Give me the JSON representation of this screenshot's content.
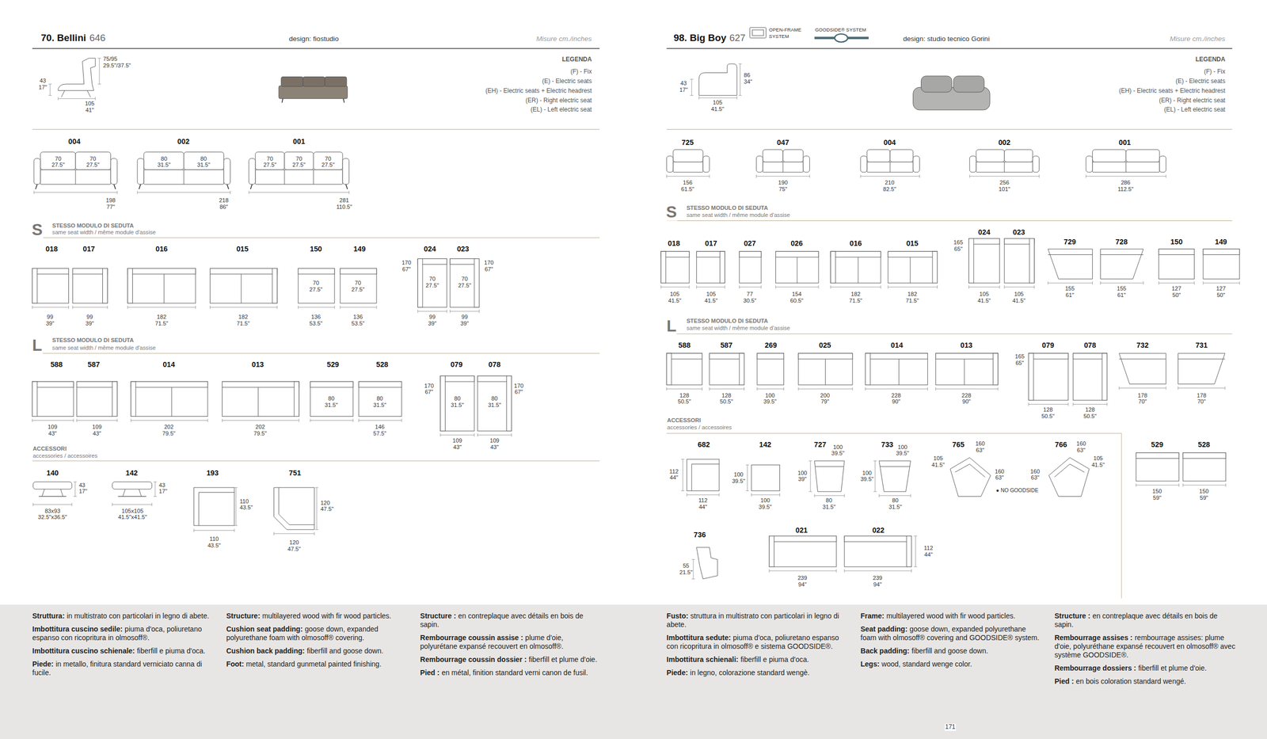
{
  "diagram": {
    "labels": [
      "70. Bellini",
      "646",
      "design: fiostudio",
      "Misure cm./inches",
      "75/95",
      "29.5\"/37.5\"",
      "43",
      "17\"",
      "105",
      "41\"",
      "LEGENDA",
      "(F) - Fix",
      "(E) - Electric seats",
      "(EH) - Electric seats + Electric headrest",
      "(ER) - Right electric seat",
      "(EL) - Left electric seat",
      "004",
      "002",
      "001",
      "70",
      "27.5\"",
      "70",
      "27.5\"",
      "80",
      "31.5\"",
      "80",
      "31.5\"",
      "70",
      "27.5\"",
      "70",
      "27.5\"",
      "70",
      "27.5\"",
      "198",
      "77\"",
      "218",
      "86\"",
      "281",
      "110.5\"",
      "S",
      "STESSO MODULO DI SEDUTA",
      "same seat width / même module d'assise",
      "018",
      "017",
      "016",
      "015",
      "150",
      "149",
      "024",
      "023",
      "70",
      "27.5\"",
      "70",
      "27.5\"",
      "170",
      "67\"",
      "70",
      "27.5\"",
      "70",
      "27.5\"",
      "170",
      "67\"",
      "99",
      "39\"",
      "99",
      "39\"",
      "182",
      "71.5\"",
      "182",
      "71.5\"",
      "136",
      "53.5\"",
      "136",
      "53.5\"",
      "99",
      "39\"",
      "99",
      "39\"",
      "L",
      "STESSO MODULO DI SEDUTA",
      "same seat width / même module d'assise",
      "588",
      "587",
      "014",
      "013",
      "529",
      "528",
      "079",
      "078",
      "80",
      "31.5\"",
      "80",
      "31.5\"",
      "170",
      "67\"",
      "80",
      "31.5\"",
      "80",
      "31.5\"",
      "170",
      "67\"",
      "109",
      "43\"",
      "109",
      "43\"",
      "202",
      "79.5\"",
      "202",
      "79.5\"",
      "146",
      "57.5\"",
      "109",
      "43\"",
      "109",
      "43\"",
      "ACCESSORI",
      "accessories / accessoires",
      "140",
      "142",
      "193",
      "751",
      "43",
      "17\"",
      "83x93",
      "32.5\"x36.5\"",
      "43",
      "17\"",
      "105x105",
      "41.5\"x41.5\"",
      "110",
      "43.5\"",
      "110",
      "43.5\"",
      "120",
      "47.5\"",
      "120",
      "47.5\"",
      "98. Big Boy",
      "627",
      "OPEN-FRAME",
      "SYSTEM",
      "GOODSIDE® SYSTEM",
      "design: studio tecnico Gorini",
      "Misure cm./inches",
      "86",
      "34\"",
      "43",
      "17\"",
      "105",
      "41.5\"",
      "LEGENDA",
      "(F) - Fix",
      "(E) - Electric seats",
      "(EH) - Electric seats + Electric headrest",
      "(ER) - Right electric seat",
      "(EL) - Left electric seat",
      "725",
      "047",
      "004",
      "002",
      "001",
      "156",
      "61.5\"",
      "190",
      "75\"",
      "210",
      "82.5\"",
      "256",
      "101\"",
      "286",
      "112.5\"",
      "S",
      "STESSO MODULO DI SEDUTA",
      "same seat width / même module d'assise",
      "018",
      "017",
      "027",
      "026",
      "016",
      "015",
      "024",
      "023",
      "729",
      "728",
      "150",
      "149",
      "165",
      "65\"",
      "105",
      "41.5\"",
      "105",
      "41.5\"",
      "77",
      "30.5\"",
      "154",
      "60.5\"",
      "182",
      "71.5\"",
      "182",
      "71.5\"",
      "105",
      "41.5\"",
      "105",
      "41.5\"",
      "155",
      "61\"",
      "155",
      "61\"",
      "127",
      "50\"",
      "127",
      "50\"",
      "L",
      "STESSO MODULO DI SEDUTA",
      "same seat width / même module d'assise",
      "588",
      "587",
      "269",
      "025",
      "014",
      "013",
      "079",
      "078",
      "732",
      "731",
      "165",
      "65\"",
      "128",
      "50.5\"",
      "128",
      "50.5\"",
      "100",
      "39.5\"",
      "200",
      "79\"",
      "228",
      "90\"",
      "228",
      "90\"",
      "128",
      "50.5\"",
      "128",
      "50.5\"",
      "178",
      "70\"",
      "178",
      "70\"",
      "ACCESSORI",
      "accessories / accessoires",
      "682",
      "142",
      "727",
      "100",
      "39.5\"",
      "733",
      "100",
      "39.5\"",
      "765",
      "160",
      "63\"",
      "766",
      "160",
      "63\"",
      "112",
      "44\"",
      "112",
      "44\"",
      "100",
      "39.5\"",
      "100",
      "39.5\"",
      "100",
      "39\"",
      "80",
      "31.5\"",
      "100",
      "39.5\"",
      "80",
      "31.5\"",
      "105",
      "41.5\"",
      "160",
      "63\"",
      "● NO GOODSIDE",
      "160",
      "63\"",
      "105",
      "41.5\"",
      "529",
      "528",
      "150",
      "59\"",
      "150",
      "59\"",
      "736",
      "55",
      "21.5\"",
      "021",
      "022",
      "112",
      "44\"",
      "239",
      "94\"",
      "239",
      "94\"",
      "171",
      "Struttura:",
      "in multistrato con particolari in legno di abete.",
      "Imbottitura cuscino sedile:",
      "piuma d'oca, poliuretano espanso con ricopritura in olmosoff®.",
      "Imbottitura cuscino schienale:",
      "fiberfill e piuma d'oca.",
      "Piede:",
      "in metallo, finitura standard verniciato canna di fucile.",
      "Structure:",
      "multilayered wood with fir wood particles.",
      "Cushion seat padding:",
      "goose down, expanded polyurethane foam with olmosoff® covering.",
      "Cushion back padding:",
      "fiberfill and goose down.",
      "Foot:",
      "metal, standard gunmetal painted finishing.",
      "Structure :",
      "en contreplaque avec détails en bois de sapin.",
      "Rembourrage coussin assise :",
      "plume d'oie, polyurétane expansé recouvert en olmosoff®.",
      "Rembourrage coussin dossier :",
      "fiberfill et plume d'oie.",
      "Pied :",
      "en métal, finition standard verni canon de fusil.",
      "Fusto:",
      "struttura in multistrato con particolari in legno di abete.",
      "Imbottitura sedute:",
      "piuma d'oca, poliuretano espanso con ricopritura in olmosoff® e sistema GOODSIDE®.",
      "Imbottitura schienali:",
      "fiberfill e piuma d'oca.",
      "Piede:",
      "in legno, colorazione standard wengè.",
      "Frame:",
      "multilayered wood with fir wood particles.",
      "Seat padding:",
      "goose down, expanded polyurethane foam with olmosoff® covering and GOODSIDE® system.",
      "Back padding:",
      "fiberfill and goose down.",
      "Legs:",
      "wood, standard wenge color.",
      "Structure :",
      "en contreplaque avec détails en bois de sapin.",
      "Rembourrage assises :",
      "rembourrage assises: plume d'oie, polyuréthane expansé recouvert en olmosoff® avec système GOODSIDE®.",
      "Rembourrage dossiers :",
      "fiberfill et plume d'oie.",
      "Pied :",
      "en bois coloration standard wengé."
    ]
  }
}
